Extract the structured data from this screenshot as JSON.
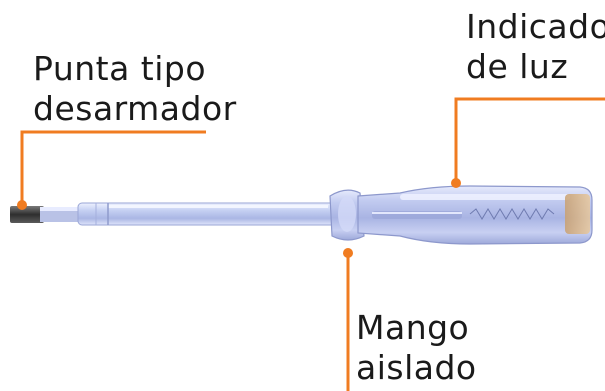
{
  "labels": {
    "tip": {
      "line1": "Punta tipo",
      "line2": "desarmador"
    },
    "light": {
      "line1": "Indicador",
      "line2": "de luz"
    },
    "handle": {
      "line1": "Mango",
      "line2": "aislado"
    }
  },
  "colors": {
    "callout": "#f07c21",
    "text": "#1a1a1a",
    "handle": "#b8c3ee",
    "shaft": "#c9d4f5",
    "blade": "#3c3c3c"
  }
}
